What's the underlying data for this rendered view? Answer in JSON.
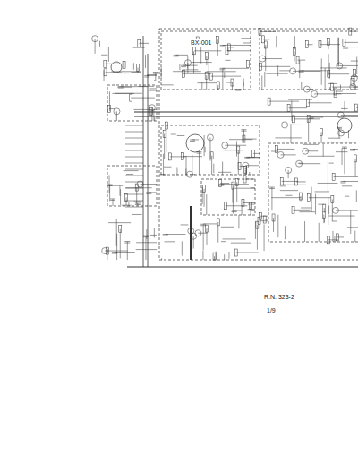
{
  "diagram": {
    "labels": [
      "BX-001",
      "R.N. 323-2",
      "1/9"
    ]
  }
}
